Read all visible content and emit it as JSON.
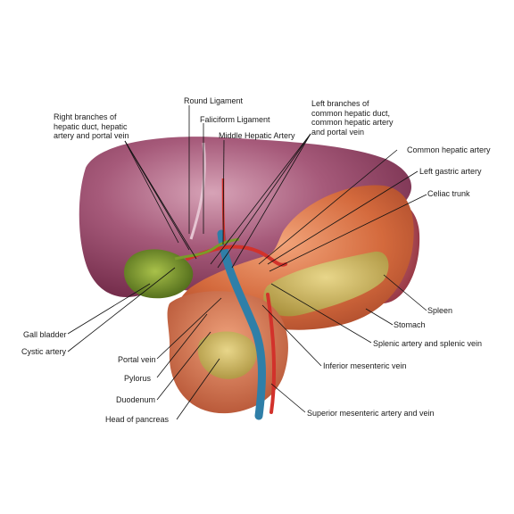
{
  "labels": {
    "round_ligament": "Round Ligament",
    "falciform_ligament": "Faliciform Ligament",
    "middle_hepatic_artery": "Middle Hepatic Artery",
    "right_branches": "Right branches of\nhepatic duct, hepatic\nartery and portal vein",
    "left_branches": "Left branches of\ncommon hepatic duct,\ncommon hepatic artery\nand portal vein",
    "common_hepatic_artery": "Common hepatic artery",
    "left_gastric_artery": "Left gastric artery",
    "celiac_trunk": "Celiac trunk",
    "spleen": "Spleen",
    "stomach": "Stomach",
    "splenic_artery_vein": "Splenic artery and splenic vein",
    "inferior_mesenteric_vein": "Inferior mesenteric vein",
    "superior_mesenteric": "Superior mesenteric artery and vein",
    "gall_bladder": "Gall bladder",
    "cystic_artery": "Cystic artery",
    "portal_vein": "Portal vein",
    "pylorus": "Pylorus",
    "duodenum": "Duodenum",
    "head_of_pancreas": "Head of pancreas"
  },
  "colors": {
    "liver": "#8e3b5c",
    "liver_highlight": "#c990a8",
    "gallbladder": "#6f8a2a",
    "stomach": "#d9774a",
    "pancreas": "#c9b25a",
    "spleen": "#b0485a",
    "artery": "#d2322b",
    "vein": "#2f7fa8",
    "leader_line": "#111111"
  }
}
